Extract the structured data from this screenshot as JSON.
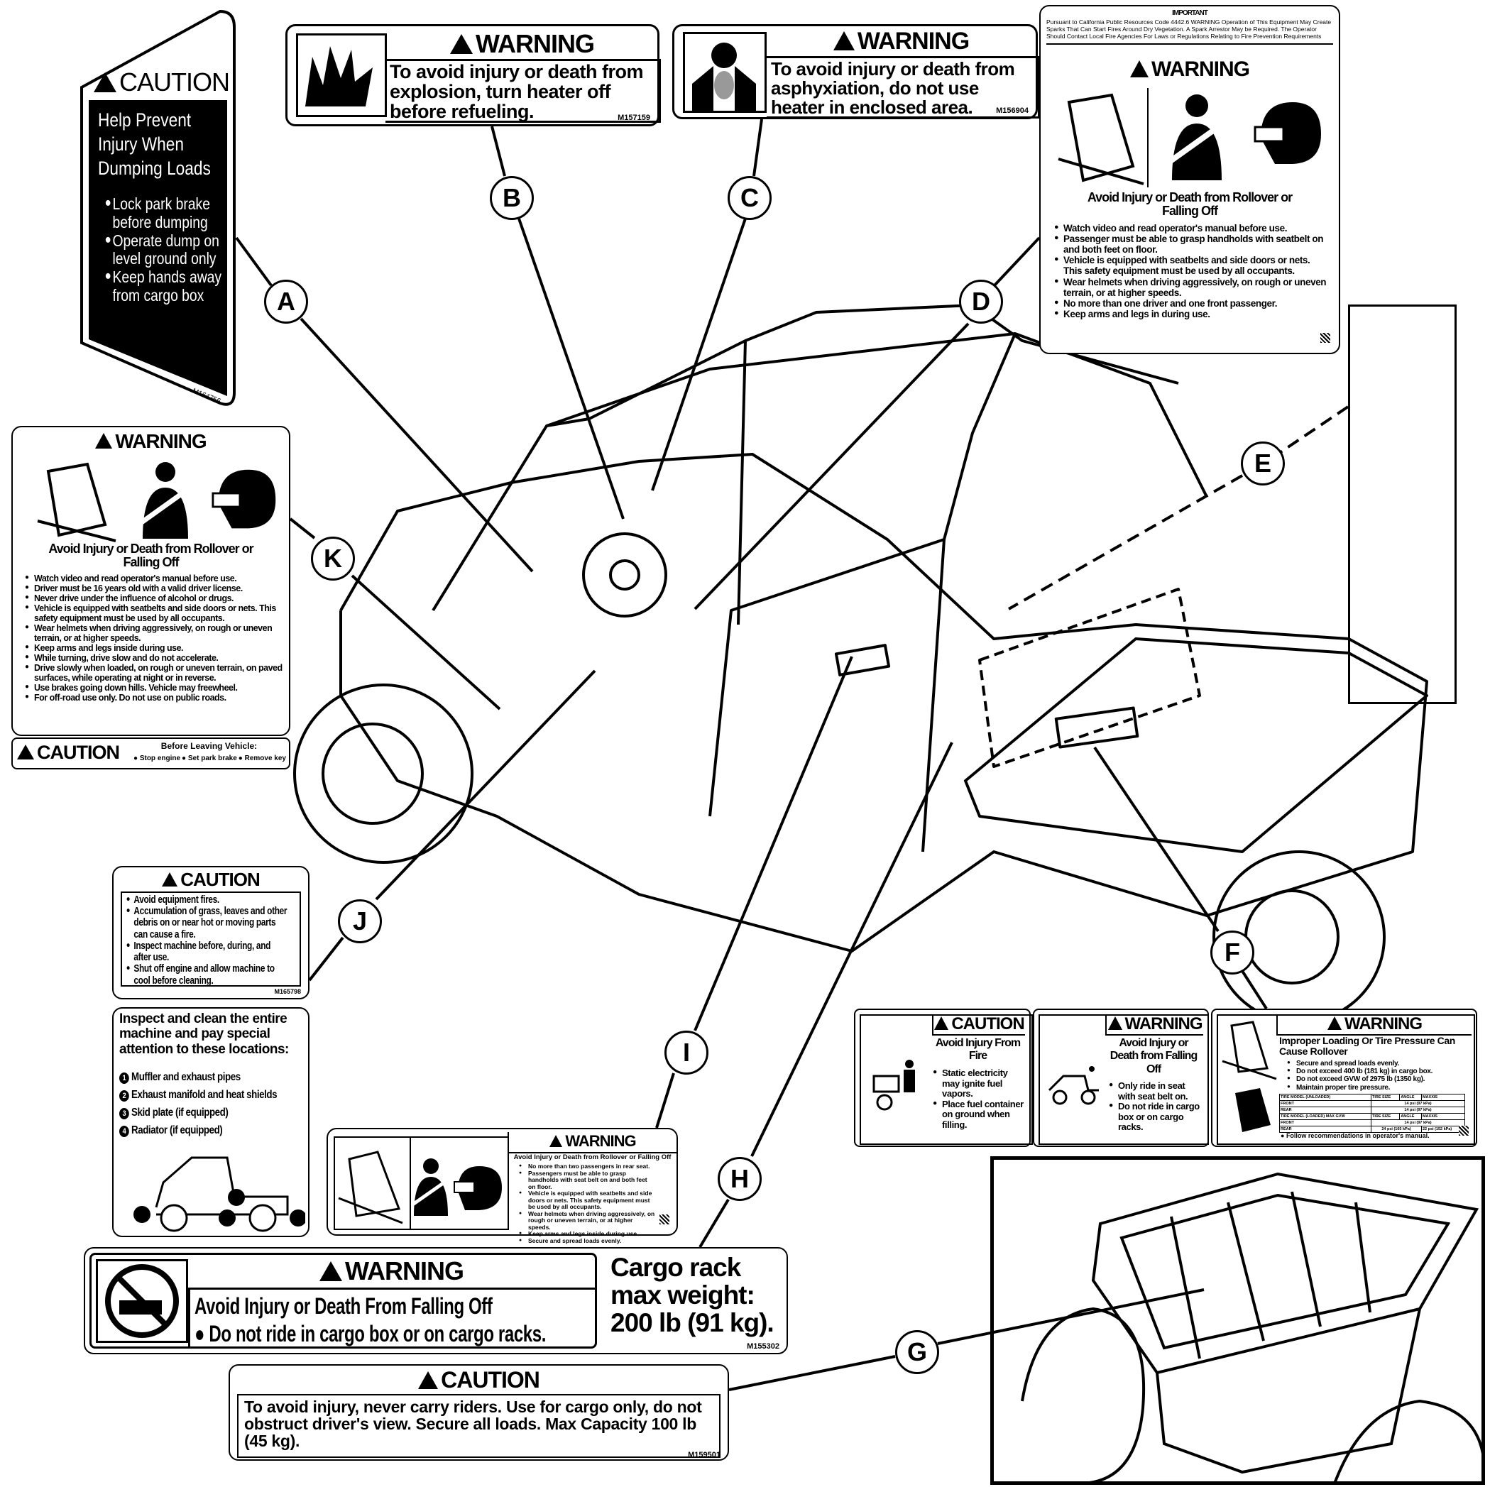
{
  "callouts": [
    "A",
    "B",
    "C",
    "D",
    "E",
    "F",
    "G",
    "H",
    "I",
    "J",
    "K"
  ],
  "label_a": {
    "signal": "CAUTION",
    "heading": "Help Prevent Injury When Dumping Loads",
    "bullets": [
      "Lock park brake before dumping",
      "Operate dump on level ground only",
      "Keep hands away from cargo box"
    ],
    "part": "M164756"
  },
  "label_b": {
    "signal": "WARNING",
    "text": "To avoid injury or death from explosion, turn heater off before refueling.",
    "part": "M157159",
    "icon": "explosion-icon"
  },
  "label_c": {
    "signal": "WARNING",
    "text": "To avoid injury or death from asphyxiation,  do not use heater in enclosed area.",
    "part": "M156904",
    "icon": "asphyxiation-icon"
  },
  "label_d": {
    "important_title": "IMPORTANT",
    "important_text": "Pursuant to California Public Resources Code 4442.6  WARNING  Operation of This Equipment May Create Sparks That Can Start Fires Around Dry Vegetation. A Spark Arrestor May be Required. The Operator Should Contact Local Fire Agencies For Laws or Regulations Relating to Fire Prevention Requirements",
    "signal": "WARNING",
    "heading": "Avoid Injury or Death from Rollover or Falling Off",
    "bullets": [
      "Watch video and read operator's manual before use.",
      "Passenger must be able to grasp handholds with seatbelt on and both feet on floor.",
      "Vehicle is equipped with seatbelts and side doors or nets. This safety equipment must be used by all occupants.",
      "Wear helmets when driving aggressively, on rough or uneven terrain, or at higher speeds.",
      "No more than one driver and one front passenger.",
      "Keep arms and legs in during use."
    ]
  },
  "label_k": {
    "signal": "WARNING",
    "heading": "Avoid Injury or Death from Rollover or Falling Off",
    "bullets": [
      "Watch video and read operator's manual before use.",
      "Driver must be 16 years old with a valid driver license.",
      "Never drive under the influence of alcohol or drugs.",
      "Vehicle is equipped with seatbelts and side doors or nets. This safety equipment must be used by all occupants.",
      "Wear helmets when driving aggressively, on rough or uneven terrain, or at higher speeds.",
      "Keep arms and legs inside during use.",
      "While turning, drive slow and do not accelerate.",
      "Drive slowly when loaded, on rough or uneven terrain, on paved surfaces, while operating at night or in reverse.",
      "Use brakes going down hills. Vehicle may freewheel.",
      "For off-road use only. Do not use on public roads."
    ],
    "caution_signal": "CAUTION",
    "caution_heading": "Before Leaving Vehicle:",
    "caution_items": [
      "Stop engine",
      "Set park brake",
      "Remove key"
    ]
  },
  "label_j": {
    "signal": "CAUTION",
    "bullets": [
      "Avoid equipment fires.",
      "Accumulation of grass, leaves and other debris on or near hot or moving parts can cause a fire.",
      "Inspect machine before, during, and after use.",
      "Shut off engine and allow machine to cool before cleaning."
    ],
    "part": "M165798",
    "inspect_heading": "Inspect and clean the entire machine and pay special attention to these locations:",
    "locations": [
      {
        "n": "1",
        "text": "Muffler and exhaust pipes"
      },
      {
        "n": "2",
        "text": "Exhaust manifold and heat shields"
      },
      {
        "n": "3",
        "text": "Skid plate (if equipped)"
      },
      {
        "n": "4",
        "text": "Radiator (if equipped)"
      }
    ]
  },
  "label_i": {
    "signal": "WARNING",
    "heading": "Avoid Injury or Death from Rollover or Falling Off",
    "bullets": [
      "No more than two passengers in rear seat.",
      "Passengers must be able to grasp handholds with seat belt on and both feet on floor.",
      "Vehicle is equipped with seatbelts and side doors or nets. This safety equipment must be used by all occupants.",
      "Wear helmets when driving aggressively, on rough or uneven terrain, or at higher speeds.",
      "Keep arms and legs inside during use.",
      "Secure and spread loads evenly."
    ]
  },
  "label_h": {
    "signal": "WARNING",
    "heading": "Avoid Injury or Death From Falling Off",
    "bullet": "Do not ride in cargo box or on cargo racks.",
    "cargo_text": "Cargo rack max weight: 200 lb (91 kg).",
    "part": "M155302"
  },
  "label_g": {
    "signal": "CAUTION",
    "text": "To avoid injury, never carry riders. Use for cargo only, do not obstruct driver's view. Secure all loads. Max Capacity 100 lb (45 kg).",
    "part": "M159501"
  },
  "label_f": {
    "caution": {
      "signal": "CAUTION",
      "heading": "Avoid Injury From Fire",
      "bullets": [
        "Static electricity may ignite fuel vapors.",
        "Place fuel container on ground when filling."
      ]
    },
    "warning1": {
      "signal": "WARNING",
      "heading": "Avoid Injury or Death from Falling Off",
      "bullets": [
        "Only ride in seat with seat belt on.",
        "Do not ride in cargo box or on cargo racks."
      ]
    },
    "warning2": {
      "signal": "WARNING",
      "heading": "Improper Loading Or Tire Pressure Can Cause Rollover",
      "bullets": [
        "Secure and spread loads evenly.",
        "Do not exceed 400 lb (181 kg) in cargo box.",
        "Do not exceed GVW of 2975 lb (1350 kg).",
        "Maintain proper tire pressure."
      ],
      "table": [
        [
          "TIRE MODEL (UNLOADED)",
          "TIRE SIZE",
          "ANGLE",
          "MAXXIS"
        ],
        [
          "FRONT",
          "14 psi (97 kPa)"
        ],
        [
          "REAR",
          "14 psi (97 kPa)"
        ],
        [
          "TIRE MODEL (LOADED) MAX GVW",
          "TIRE SIZE",
          "ANGLE",
          "MAXXIS"
        ],
        [
          "FRONT",
          "14 psi (97 kPa)"
        ],
        [
          "REAR",
          "24 psi (165 kPa)",
          "22 psi (152 kPa)"
        ]
      ],
      "footer": "Follow recommendations in operator's manual."
    }
  }
}
